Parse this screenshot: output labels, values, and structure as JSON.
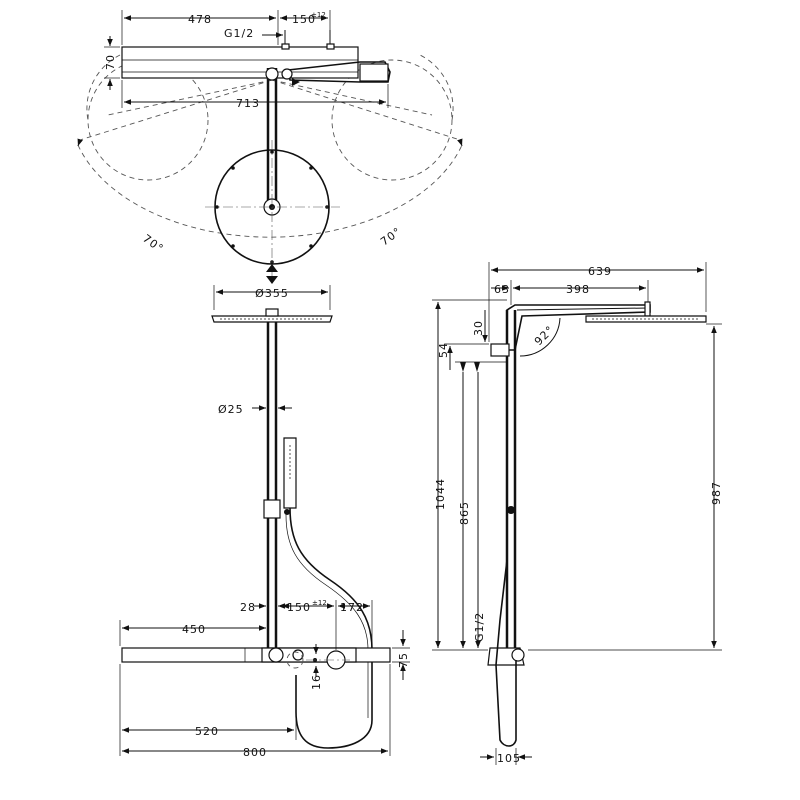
{
  "labels": {
    "top_width_478": "478",
    "top_width_150": "150",
    "tolerance": "±12",
    "thread": "G1/2",
    "height_70": "70",
    "arm_713": "713",
    "angle_left": "70°",
    "angle_right": "70°",
    "head_diameter": "Ø355",
    "pipe_diameter": "Ø25",
    "bottom_28": "28",
    "bottom_150": "150",
    "bottom_172": "172",
    "shelf_450": "450",
    "shelf_75": "75",
    "shelf_16": "16",
    "shelf_520": "520",
    "total_800": "800",
    "side_639": "639",
    "side_63": "63",
    "side_398": "398",
    "side_30": "30",
    "side_54": "54",
    "side_angle": "92°",
    "side_1044": "1044",
    "side_865": "865",
    "side_987": "987",
    "side_thread": "G1/2",
    "side_105": "105"
  }
}
